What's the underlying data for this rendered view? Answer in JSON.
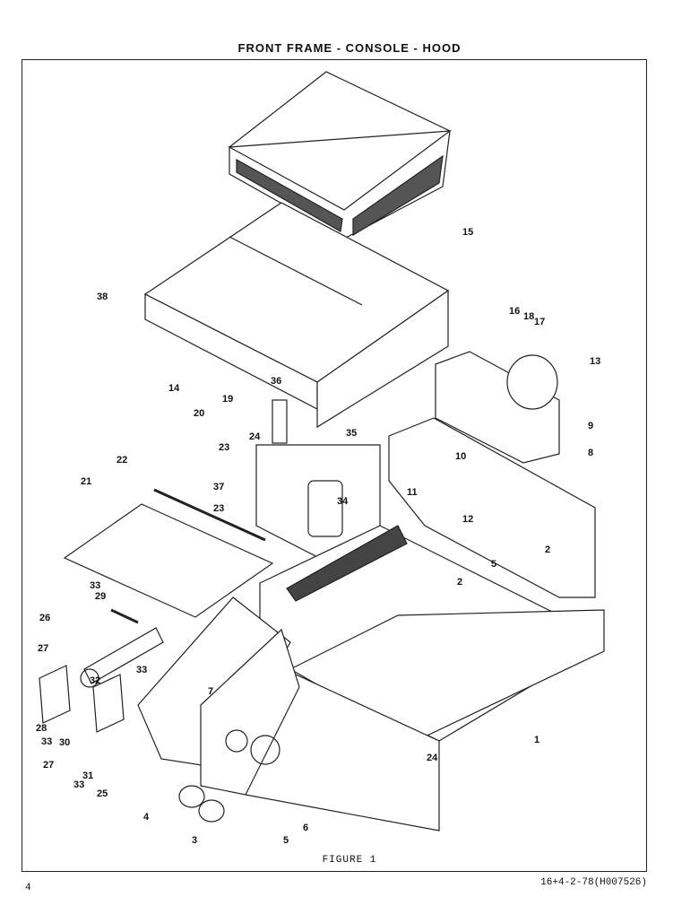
{
  "title": "FRONT FRAME - CONSOLE - HOOD",
  "caption": "FIGURE 1",
  "page_number": "4",
  "doc_ref": "16+4-2-78(H007526)",
  "callouts": [
    "1",
    "2",
    "2",
    "3",
    "4",
    "5",
    "5",
    "6",
    "7",
    "8",
    "9",
    "10",
    "11",
    "12",
    "13",
    "14",
    "15",
    "16",
    "17",
    "18",
    "19",
    "20",
    "21",
    "22",
    "23",
    "23",
    "24",
    "24",
    "25",
    "26",
    "27",
    "27",
    "28",
    "29",
    "30",
    "31",
    "32",
    "33",
    "33",
    "33",
    "33",
    "34",
    "35",
    "36",
    "37",
    "38"
  ]
}
